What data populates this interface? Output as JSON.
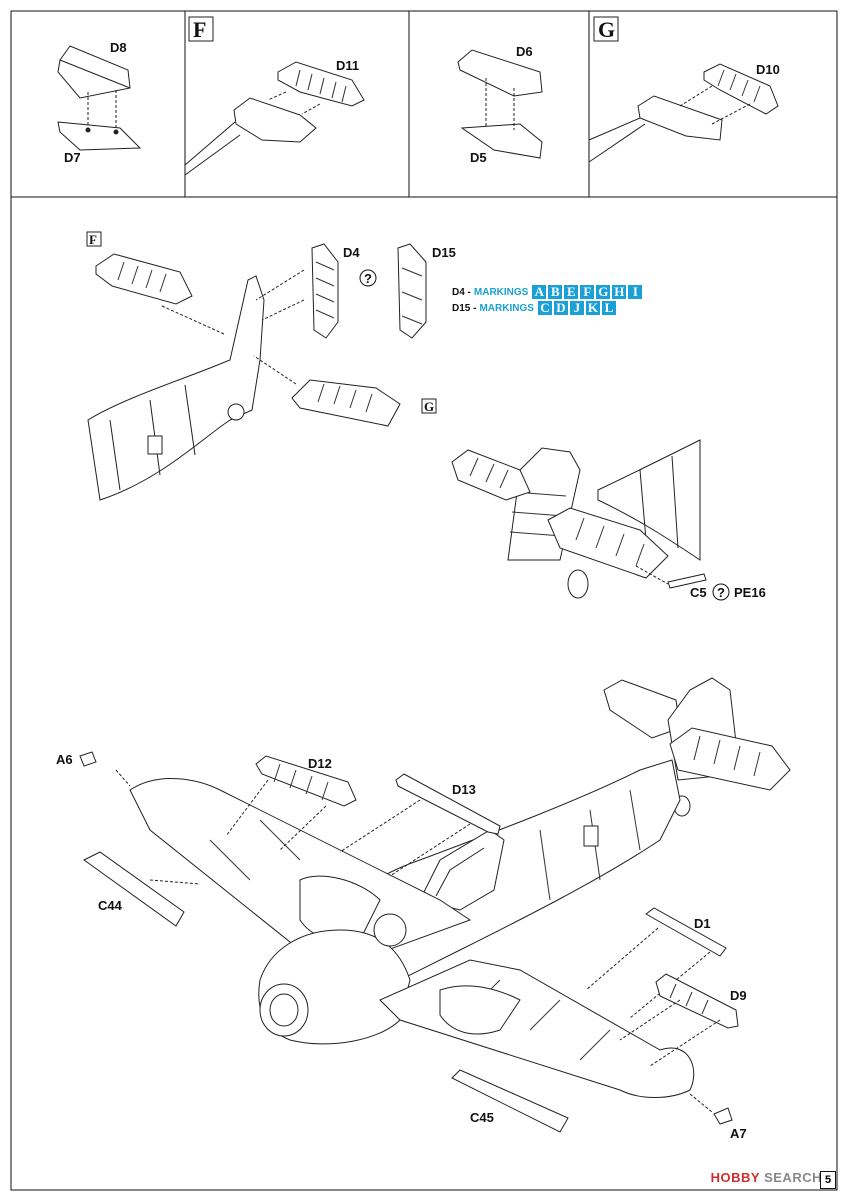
{
  "sections": {
    "F": "F",
    "G": "G"
  },
  "parts": {
    "D8": "D8",
    "D7": "D7",
    "D11": "D11",
    "D6": "D6",
    "D5": "D5",
    "D10": "D10",
    "D4": "D4",
    "D15": "D15",
    "C5": "C5",
    "PE16": "PE16",
    "A6": "A6",
    "D12": "D12",
    "D13": "D13",
    "C44": "C44",
    "D1": "D1",
    "D9": "D9",
    "C45": "C45",
    "A7": "A7"
  },
  "question_mark": "?",
  "markings": {
    "label": "MARKINGS",
    "rows": [
      {
        "part": "D4 -",
        "codes": [
          "A",
          "B",
          "E",
          "F",
          "G",
          "H",
          "I"
        ]
      },
      {
        "part": "D15 -",
        "codes": [
          "C",
          "D",
          "J",
          "K",
          "L"
        ]
      }
    ]
  },
  "footer": {
    "logo": "HOBBY",
    "brand": "SEARCH",
    "page": "5"
  },
  "colors": {
    "accent": "#1a9fd6",
    "ink": "#111111",
    "watermark": "#c8312f"
  }
}
